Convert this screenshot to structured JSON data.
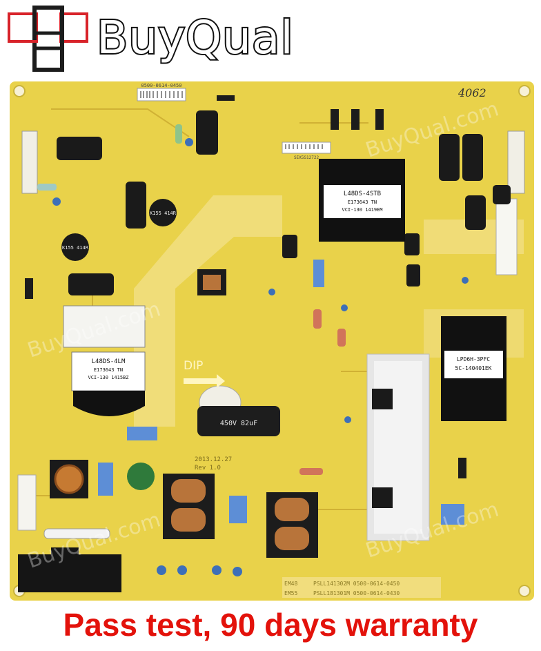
{
  "header": {
    "brand": "BuyQual"
  },
  "board": {
    "part_label": "0500-0614-0450",
    "sticker": "SEX5S12722",
    "transformer_main": {
      "line1": "L48DS-4STB",
      "line2": "E173643 TN",
      "line3": "VCI-130 1419EM"
    },
    "transformer_left": {
      "line1": "L48DS-4LM",
      "line2": "E173643 TN",
      "line3": "VCI-130 1415BZ"
    },
    "transformer_right": {
      "line1": "LPD6H-3PFC",
      "line2": "5C-140401EK"
    },
    "inductor_labels": [
      "K155 414R",
      "K155 414R"
    ],
    "silk": {
      "dip": "DIP",
      "date": "2013.12.27",
      "rev": "Rev 1.0",
      "model_lines": [
        {
          "left": "EM48",
          "right": "PSLL141302M  0500-0614-0450"
        },
        {
          "left": "EM55",
          "right": "PSLL181301M  0500-0614-0430"
        }
      ]
    },
    "capacitor_text": "450V 82uF",
    "handwriting": "4062",
    "watermark": "BuyQual.com",
    "colors": {
      "pcb": "#e9d24a",
      "silk": "#fff6c2",
      "body": "#141414"
    }
  },
  "footer": {
    "caption": "Pass test, 90 days warranty"
  }
}
